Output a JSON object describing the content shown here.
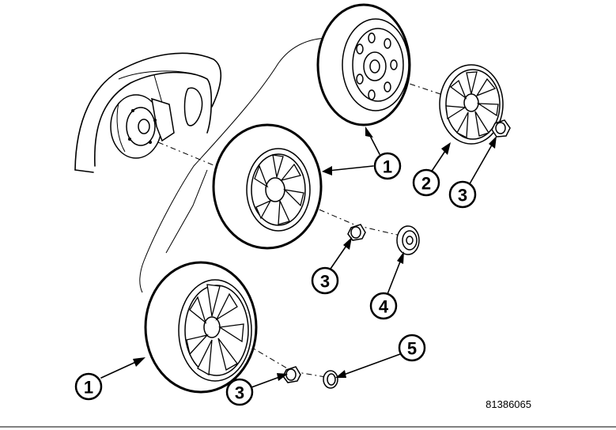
{
  "figure_id": "81386065",
  "callouts": [
    {
      "id": "c1a",
      "label": "1"
    },
    {
      "id": "c2",
      "label": "2"
    },
    {
      "id": "c3a",
      "label": "3"
    },
    {
      "id": "c3b",
      "label": "3"
    },
    {
      "id": "c4",
      "label": "4"
    },
    {
      "id": "c1b",
      "label": "1"
    },
    {
      "id": "c3c",
      "label": "3"
    },
    {
      "id": "c5",
      "label": "5"
    }
  ]
}
